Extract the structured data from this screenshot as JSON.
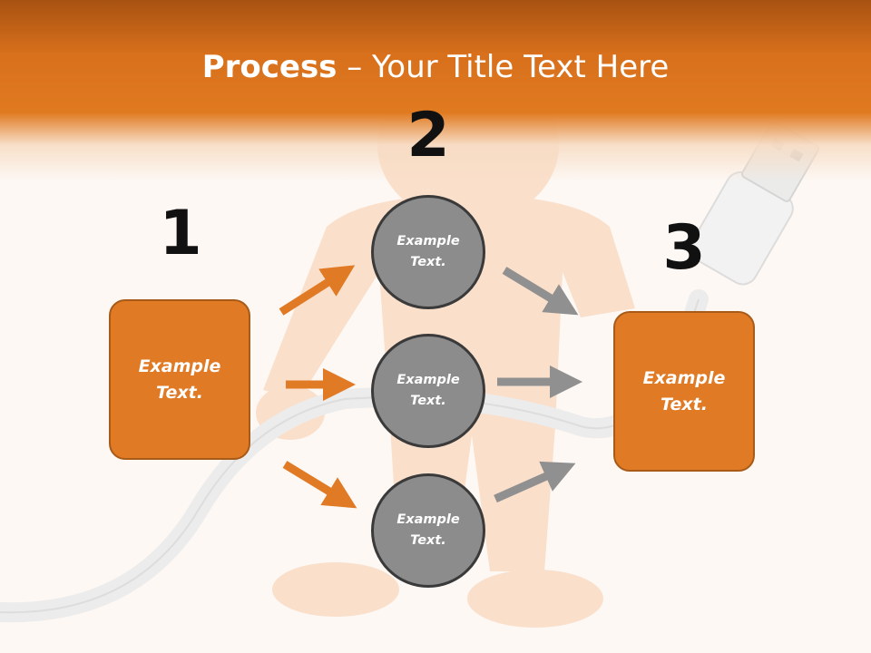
{
  "title": {
    "bold": "Process",
    "rest": " – Your Title Text Here"
  },
  "steps": [
    "1",
    "2",
    "3"
  ],
  "left_box": {
    "text": "Example Text."
  },
  "circles": [
    {
      "text": "Example Text."
    },
    {
      "text": "Example Text."
    },
    {
      "text": "Example Text."
    }
  ],
  "right_box": {
    "text": "Example Text."
  },
  "colors": {
    "header": "#e07a20",
    "box": "#e07a25",
    "circle": "#8c8c8c",
    "arrow_orange": "#e07a25",
    "arrow_gray": "#909090"
  }
}
